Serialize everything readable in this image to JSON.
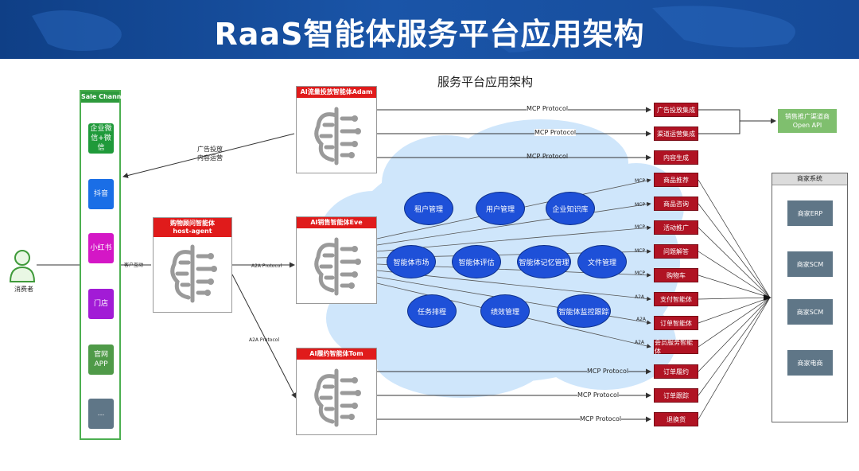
{
  "header": {
    "title": "RaaS智能体服务平台应用架构"
  },
  "diagram_title": "服务平台应用架构",
  "sale_channel": {
    "title": "Sale Channel",
    "items": [
      {
        "label": "企业微信+微信",
        "color": "#1f9a3a"
      },
      {
        "label": "抖音",
        "color": "#1a6ee6"
      },
      {
        "label": "小红书",
        "color": "#d417c6"
      },
      {
        "label": "门店",
        "color": "#a21bd6"
      },
      {
        "label": "官网APP",
        "color": "#4f9a48"
      },
      {
        "label": "...",
        "color": "#5f7687"
      }
    ]
  },
  "consumer": {
    "label": "消费者"
  },
  "agents": {
    "host": {
      "title": "购物顾问智能体",
      "subtitle": "host-agent"
    },
    "adam": {
      "title": "AI流量投放智能体Adam"
    },
    "eve": {
      "title": "AI销售智能体Eve"
    },
    "tom": {
      "title": "AI履约智能体Tom"
    }
  },
  "cloud_modules": [
    "租户管理",
    "用户管理",
    "企业知识库",
    "智能体市场",
    "智能体评估",
    "智能体记忆管理",
    "文件管理",
    "任务排程",
    "绩效管理",
    "智能体监控跟踪"
  ],
  "services": [
    "广告投放集成",
    "渠道运营集成",
    "内容生成",
    "商品推荐",
    "商品咨询",
    "活动推广",
    "问题解答",
    "购物车",
    "支付智能体",
    "订单智能体",
    "会员服务智能体",
    "订单履约",
    "订单跟踪",
    "退换货"
  ],
  "open_api": {
    "line1": "销售推广渠道商",
    "line2": "Open API"
  },
  "merchant": {
    "title": "商家系统",
    "items": [
      "商家ERP",
      "商家SCM",
      "商家SCM",
      "商家电商"
    ]
  },
  "edge_labels": {
    "ad_ops": "广告投放\n内容运营",
    "customer_interaction": "客户互动",
    "a2a_protocol": "A2A Protocol",
    "mcp_protocol": "MCP  Protocol",
    "mcp": "MCP",
    "a2a": "A2A"
  },
  "colors": {
    "banner": "#1a55a8",
    "agent_header": "#e01b1b",
    "service": "#b01323",
    "bubble": "#1e50d8",
    "cloud": "#cfe6fb",
    "channel_border": "#4caf50"
  }
}
